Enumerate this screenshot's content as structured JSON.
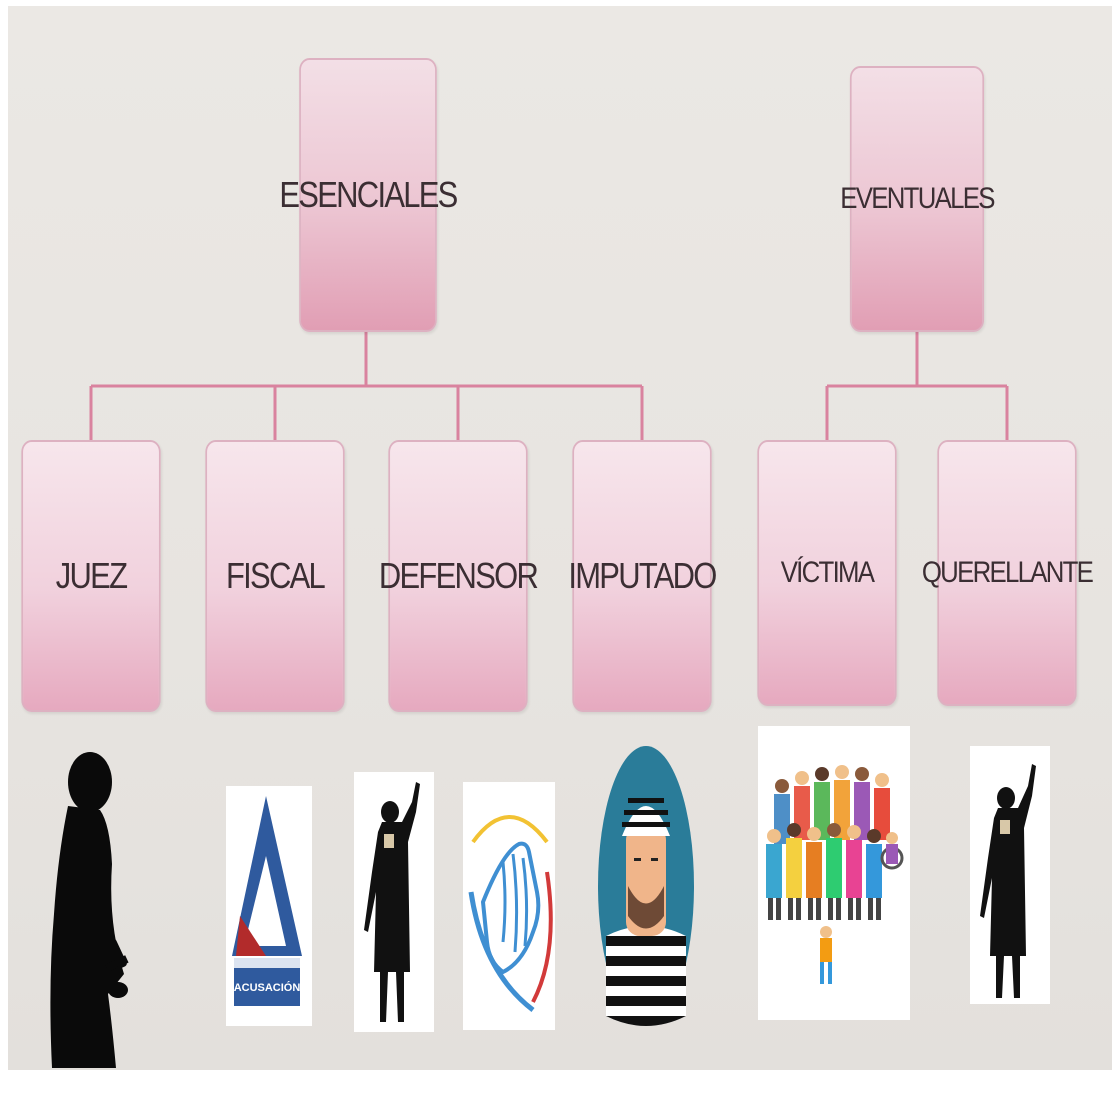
{
  "diagram": {
    "groups": [
      {
        "label": "ESENCIALES",
        "children": [
          "JUEZ",
          "FISCAL",
          "DEFENSOR",
          "IMPUTADO"
        ]
      },
      {
        "label": "EVENTUALES",
        "children": [
          "VÍCTIMA",
          "QUERELLANTE"
        ]
      }
    ],
    "colors": {
      "box_light": "#f7e6ec",
      "box_dark": "#e6a9bf",
      "connector": "#d9839f",
      "background": "#e9e6e2"
    }
  },
  "illustrations": {
    "judge": "judge-silhouette-icon",
    "fiscal_logo": "ministerio-publico-acusacion-logo",
    "fiscal_logo_text": "ACUSACIÓN",
    "lawyer": "lawyer-silhouette-icon",
    "defensoria_logo": "defensoria-hand-logo",
    "prisoner": "prisoner-icon",
    "victims_crowd": "people-crowd-icon",
    "querellante": "lawyer-silhouette-icon"
  }
}
